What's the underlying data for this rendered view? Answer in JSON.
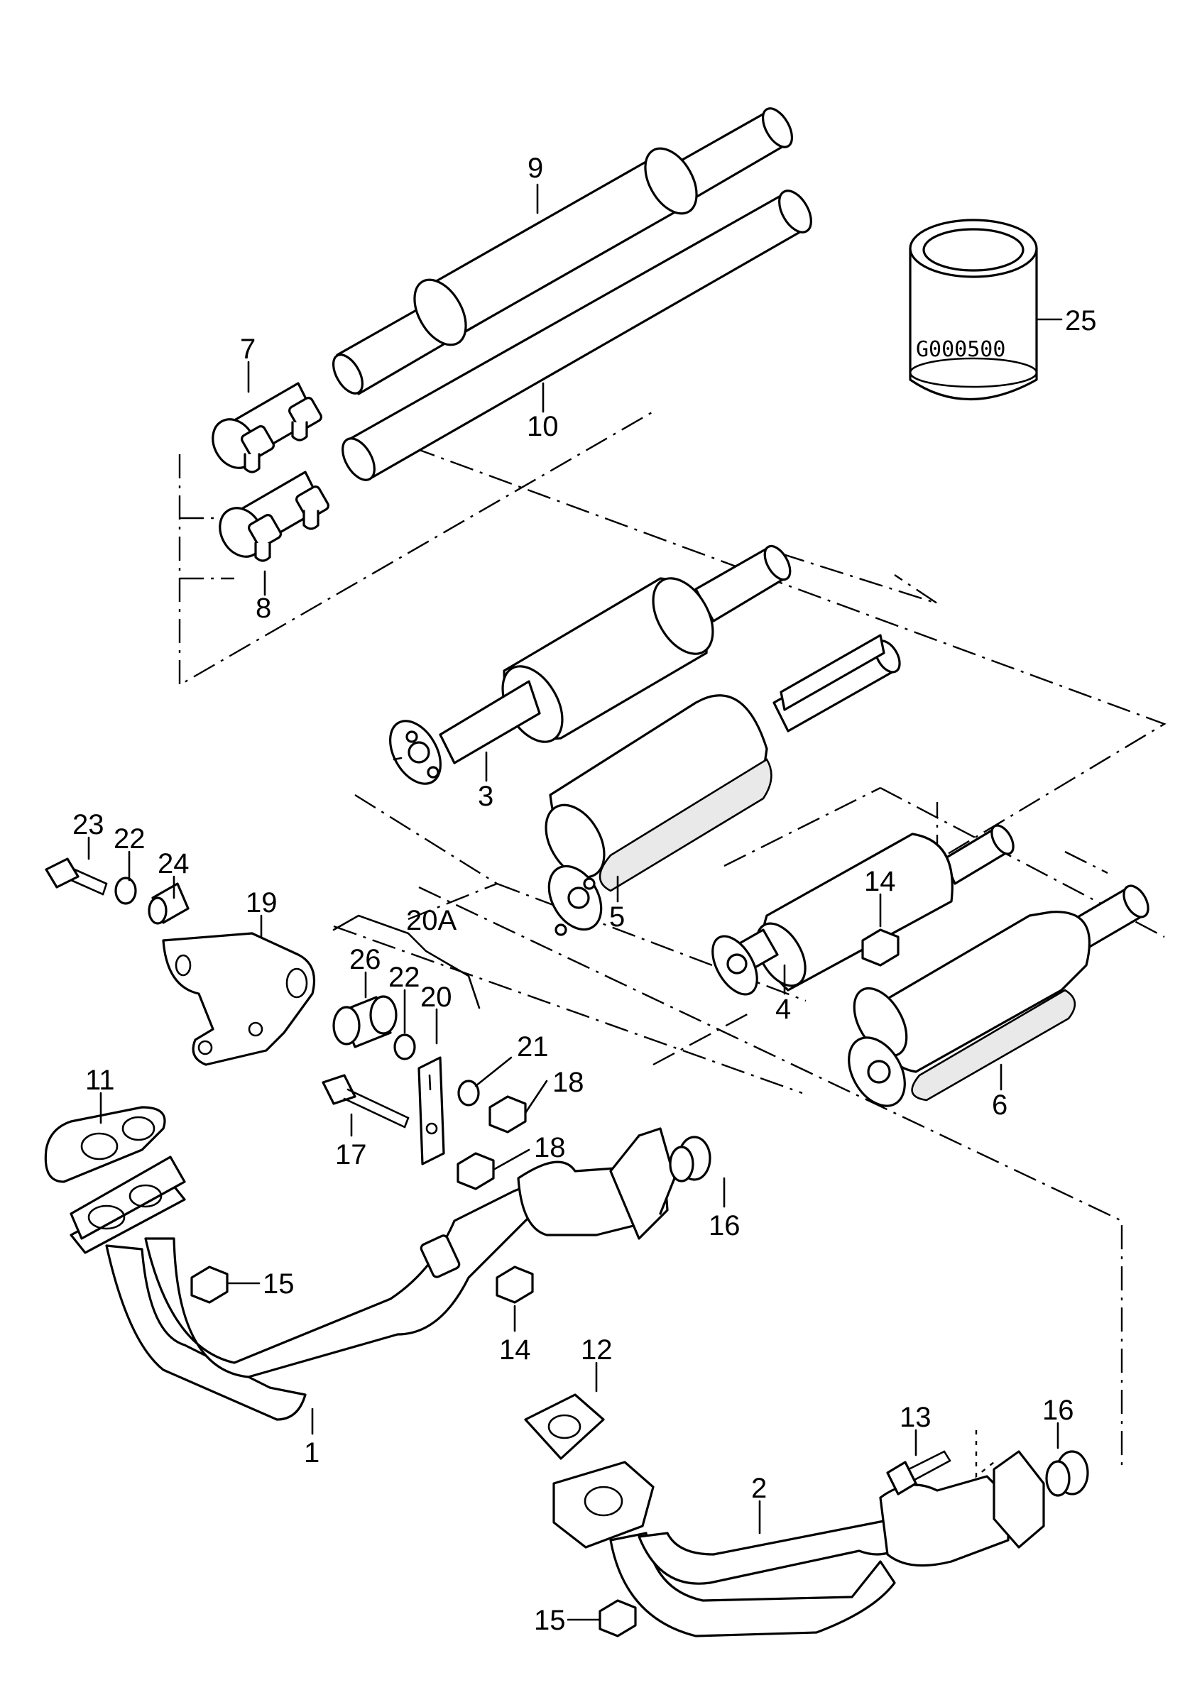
{
  "diagram": {
    "callouts": [
      {
        "id": "p9",
        "text": "9"
      },
      {
        "id": "p10",
        "text": "10"
      },
      {
        "id": "p25",
        "text": "25"
      },
      {
        "id": "p7",
        "text": "7"
      },
      {
        "id": "p8",
        "text": "8"
      },
      {
        "id": "p3",
        "text": "3"
      },
      {
        "id": "p5",
        "text": "5"
      },
      {
        "id": "p23",
        "text": "23"
      },
      {
        "id": "p22a",
        "text": "22"
      },
      {
        "id": "p24",
        "text": "24"
      },
      {
        "id": "p19",
        "text": "19"
      },
      {
        "id": "p20A",
        "text": "20A"
      },
      {
        "id": "p26",
        "text": "26"
      },
      {
        "id": "p22b",
        "text": "22"
      },
      {
        "id": "p20",
        "text": "20"
      },
      {
        "id": "p21",
        "text": "21"
      },
      {
        "id": "p18a",
        "text": "18"
      },
      {
        "id": "p18b",
        "text": "18"
      },
      {
        "id": "p17",
        "text": "17"
      },
      {
        "id": "p14a",
        "text": "14"
      },
      {
        "id": "p4",
        "text": "4"
      },
      {
        "id": "p6",
        "text": "6"
      },
      {
        "id": "p11",
        "text": "11"
      },
      {
        "id": "p15a",
        "text": "15"
      },
      {
        "id": "p16a",
        "text": "16"
      },
      {
        "id": "p14b",
        "text": "14"
      },
      {
        "id": "p1",
        "text": "1"
      },
      {
        "id": "p12",
        "text": "12"
      },
      {
        "id": "p13",
        "text": "13"
      },
      {
        "id": "p16b",
        "text": "16"
      },
      {
        "id": "p2",
        "text": "2"
      },
      {
        "id": "p15b",
        "text": "15"
      }
    ],
    "part_code": "G000500"
  }
}
